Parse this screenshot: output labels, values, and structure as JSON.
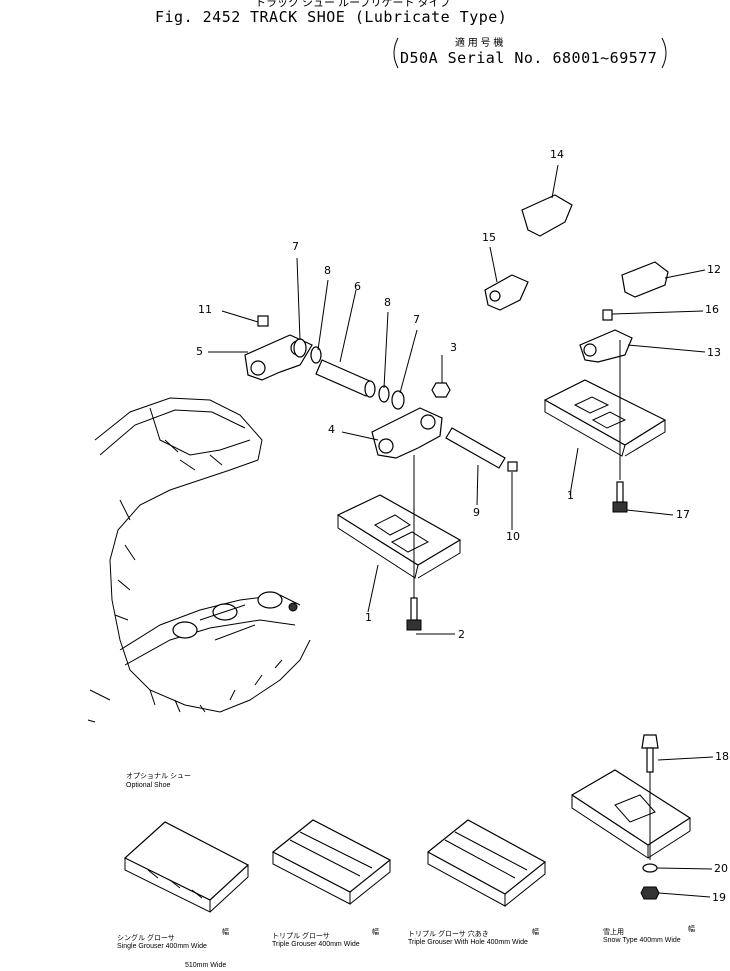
{
  "header": {
    "title_jp_partial": "トラック シュー ルーブリケート タイプ",
    "fig_label": "Fig. 2452",
    "title": "TRACK SHOE (Lubricate Type)",
    "applicability_jp": "適 用 号 機",
    "applicability": "D50A Serial No. 68001~69577"
  },
  "callouts": [
    "1",
    "1",
    "2",
    "3",
    "4",
    "5",
    "6",
    "7",
    "7",
    "8",
    "8",
    "9",
    "10",
    "11",
    "12",
    "13",
    "14",
    "15",
    "16",
    "17",
    "18",
    "19",
    "20"
  ],
  "optional_shoe": {
    "heading_jp": "オプショナル シュー",
    "heading": "Optional Shoe",
    "items": [
      {
        "jp": "シングル グローサ",
        "mark": "幅",
        "label": "Single Grouser 400mm Wide",
        "label2": "510mm Wide"
      },
      {
        "jp": "トリプル グローサ",
        "mark": "幅",
        "label": "Triple Grouser 400mm Wide"
      },
      {
        "jp": "トリプル グローサ 穴あき",
        "mark": "幅",
        "label": "Triple Grouser With Hole 400mm Wide"
      },
      {
        "jp": "雪上用",
        "mark": "幅",
        "label": "Snow Type 400mm Wide"
      }
    ]
  }
}
